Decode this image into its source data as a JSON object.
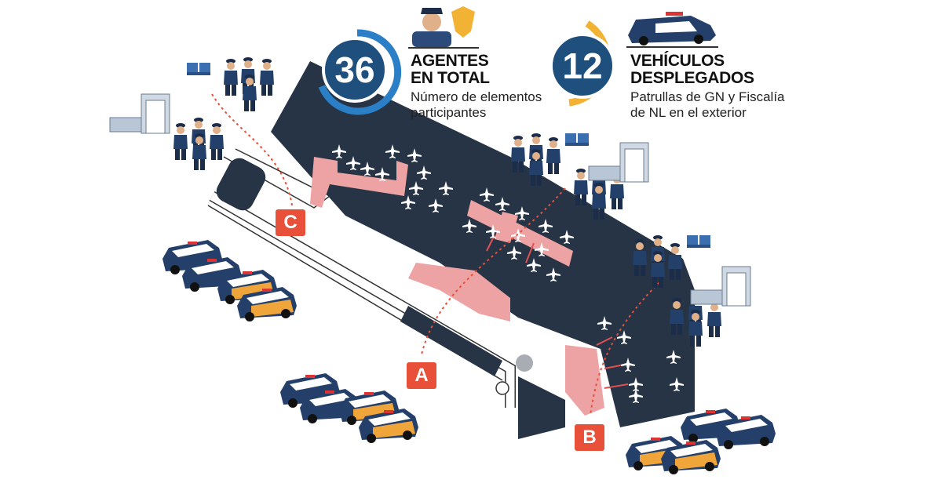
{
  "stats": [
    {
      "number": "36",
      "title_line1": "AGENTES",
      "title_line2": "EN TOTAL",
      "subtitle_line1": "Número de elementos",
      "subtitle_line2": "participantes",
      "ring_color": "#2a7fc6",
      "icon": "police-officer-badge-icon"
    },
    {
      "number": "12",
      "title_line1": "VEHÍCULOS",
      "title_line2": "DESPLEGADOS",
      "subtitle_line1": "Patrullas de GN y Fiscalía",
      "subtitle_line2": "de NL en el exterior",
      "ring_color": "#f2b233",
      "icon": "police-car-icon"
    }
  ],
  "markers": [
    {
      "label": "C"
    },
    {
      "label": "A"
    },
    {
      "label": "B"
    }
  ],
  "colors": {
    "terminal": "#263445",
    "zone": "#eda3a3",
    "marker": "#e8503a",
    "road": "#ffffff"
  }
}
